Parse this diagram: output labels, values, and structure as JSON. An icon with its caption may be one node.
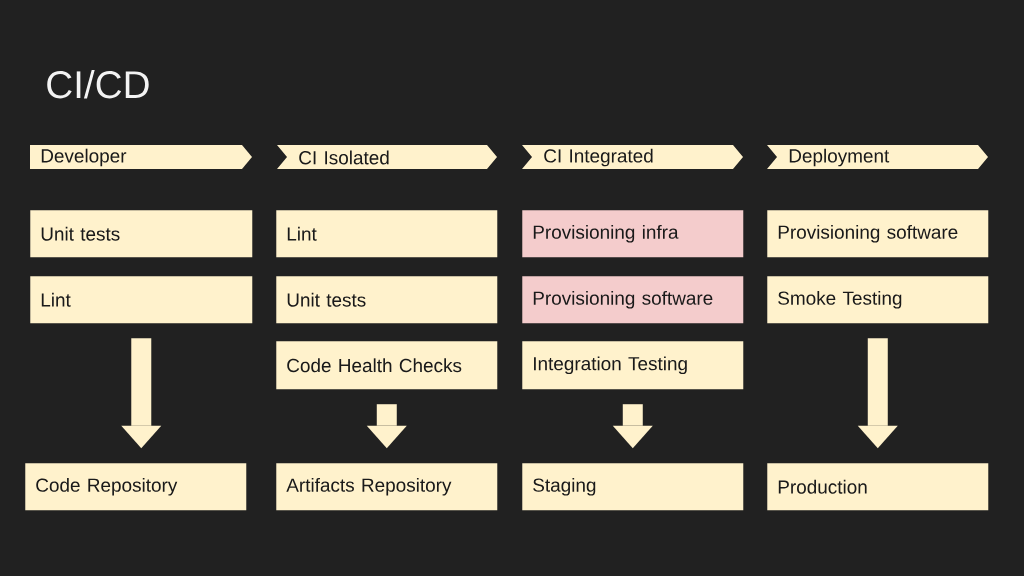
{
  "diagram": {
    "title": "CI/CD",
    "nodes": [
      {
        "text": [
          "Developer"
        ]
      },
      {
        "text": [
          "CI Isolated"
        ]
      },
      {
        "text": [
          "CI Integrated"
        ]
      },
      {
        "text": [
          "Deployment"
        ]
      },
      {
        "text": [
          "Unit tests"
        ]
      },
      {
        "text": [
          "Lint"
        ]
      },
      {
        "text": [
          "Code Repository"
        ]
      },
      {
        "text": [
          "Lint"
        ]
      },
      {
        "text": [
          "Unit tests"
        ]
      },
      {
        "text": [
          "Code Health Checks"
        ]
      },
      {
        "text": [
          "Artifacts Repository"
        ]
      },
      {
        "text": [
          "Provisioning infra"
        ]
      },
      {
        "text": [
          "Provisioning software"
        ]
      },
      {
        "text": [
          "Integration Testing"
        ]
      },
      {
        "text": [
          "Staging"
        ]
      },
      {
        "text": [
          "Provisioning software"
        ]
      },
      {
        "text": [
          "Smoke Testing"
        ]
      },
      {
        "text": [
          "Production"
        ]
      }
    ],
    "edges": [
      {
        "from": 5,
        "to": 6,
        "arrow": "to"
      },
      {
        "from": 9,
        "to": 10,
        "arrow": "to"
      },
      {
        "from": 13,
        "to": 14,
        "arrow": "to"
      },
      {
        "from": 16,
        "to": 17,
        "arrow": "to"
      }
    ]
  }
}
